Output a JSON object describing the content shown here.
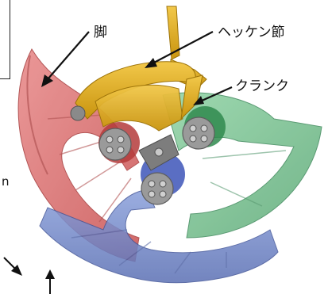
{
  "labels": {
    "leg": "脚",
    "hekken_joint": "ヘッケン節",
    "crank": "クランク",
    "cut_left_letter": "n"
  },
  "colors": {
    "leg_red": "#d96a6a",
    "leg_green": "#6fbf8a",
    "leg_blue": "#6f86c9",
    "link_yellow": "#e6b21c",
    "hub_gray": "#8a8a8a",
    "arrow": "#111111"
  }
}
